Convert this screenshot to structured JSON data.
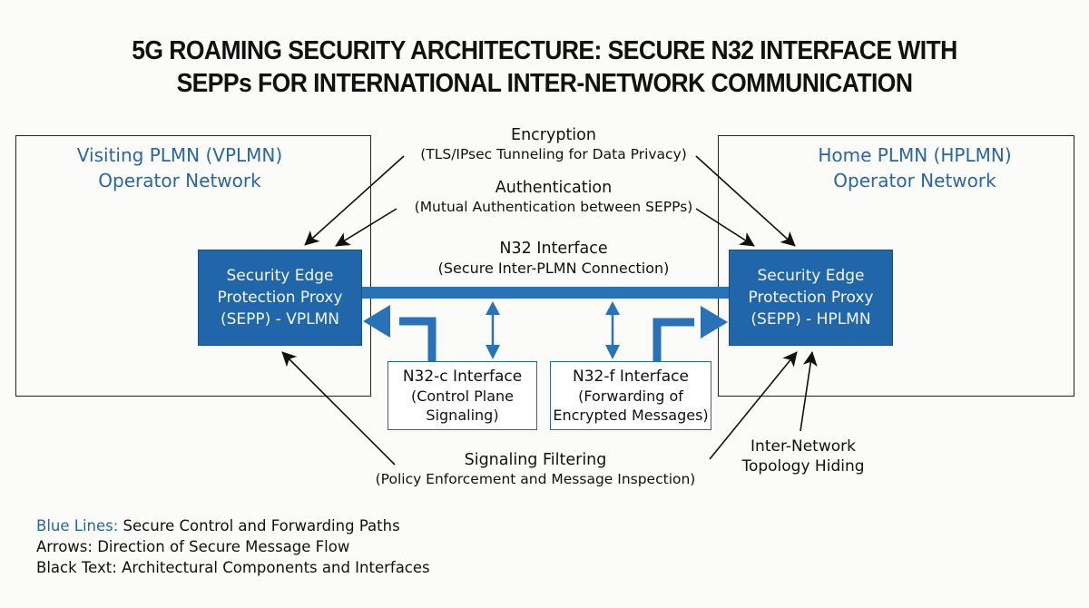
{
  "title": {
    "line1": "5G ROAMING SECURITY ARCHITECTURE: SECURE N32 INTERFACE WITH",
    "line2": "SEPPs FOR INTERNATIONAL INTER-NETWORK COMMUNICATION"
  },
  "colors": {
    "accent_blue": "#2166a8",
    "title_blue": "#2a66a0",
    "text": "#111111",
    "background": "#fbfbfa"
  },
  "networks": {
    "vplmn": {
      "line1": "Visiting PLMN (VPLMN)",
      "line2": "Operator Network"
    },
    "hplmn": {
      "line1": "Home PLMN (HPLMN)",
      "line2": "Operator Network"
    }
  },
  "sepps": {
    "vplmn": {
      "line1": "Security Edge",
      "line2": "Protection Proxy",
      "line3": "(SEPP) - VPLMN"
    },
    "hplmn": {
      "line1": "Security Edge",
      "line2": "Protection Proxy",
      "line3": "(SEPP) - HPLMN"
    }
  },
  "interfaces": {
    "n32c": {
      "line1": "N32-c Interface",
      "line2": "(Control Plane",
      "line3": "Signaling)"
    },
    "n32f": {
      "line1": "N32-f Interface",
      "line2": "(Forwarding of",
      "line3": "Encrypted Messages)"
    }
  },
  "labels": {
    "encryption": {
      "main": "Encryption",
      "sub": "(TLS/IPsec Tunneling for Data Privacy)"
    },
    "authentication": {
      "main": "Authentication",
      "sub": "(Mutual Authentication between SEPPs)"
    },
    "n32": {
      "main": "N32 Interface",
      "sub": "(Secure Inter-PLMN Connection)"
    },
    "signaling_filtering": {
      "main": "Signaling Filtering",
      "sub": "(Policy Enforcement and Message Inspection)"
    },
    "topology_hiding": {
      "line1": "Inter-Network",
      "line2": "Topology Hiding"
    }
  },
  "legend": [
    {
      "key": "Blue Lines:",
      "text": " Secure Control and Forwarding Paths"
    },
    {
      "key": "Arrows:",
      "text": " Direction of Secure Message Flow"
    },
    {
      "key": "Black Text:",
      "text": " Architectural Components and Interfaces"
    }
  ]
}
